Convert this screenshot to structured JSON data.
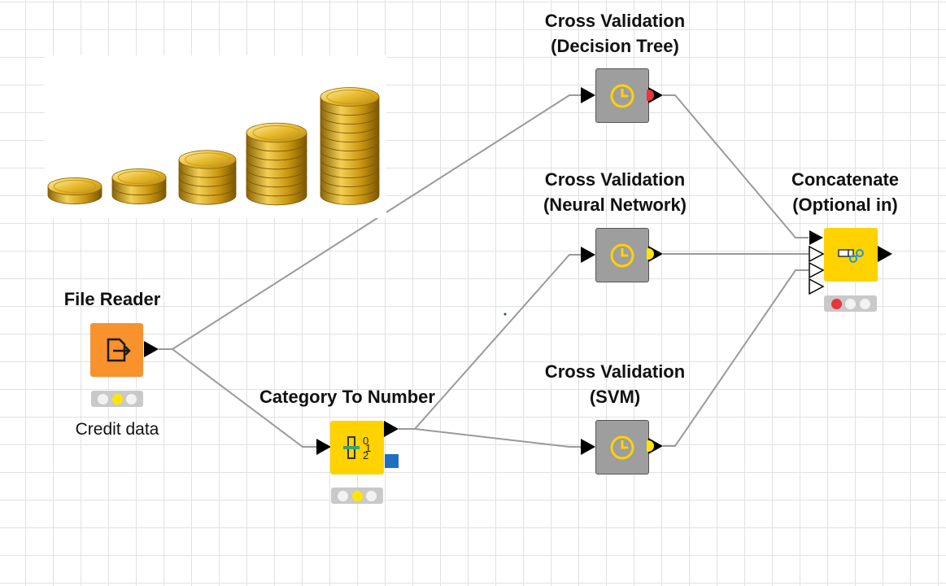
{
  "nodes": {
    "file_reader": {
      "label": "File Reader",
      "caption": "Credit data",
      "status": [
        "off",
        "yellow",
        "off"
      ]
    },
    "category_to_number": {
      "label": "Category To Number",
      "status": [
        "off",
        "yellow",
        "off"
      ]
    },
    "cv_decision_tree": {
      "label": "Cross Validation\n(Decision Tree)",
      "port_status": "red"
    },
    "cv_neural_network": {
      "label": "Cross Validation\n(Neural Network)",
      "port_status": "yellow"
    },
    "cv_svm": {
      "label": "Cross Validation\n(SVM)",
      "port_status": "yellow"
    },
    "concatenate": {
      "label": "Concatenate\n(Optional in)",
      "status": [
        "red",
        "off",
        "off"
      ]
    }
  },
  "icons": {
    "file_reader": "file-reader-icon",
    "category_to_number": "category-to-number-icon",
    "cross_validation": "loop-clock-icon",
    "concatenate": "concatenate-icon",
    "coins": "coin-stacks-icon"
  },
  "colors": {
    "file_reader": "#f7922d",
    "manipulator": "#ffd200",
    "loop": "#9e9e9e",
    "status_yellow": "#ffe600",
    "status_red": "#e8363c",
    "status_off": "#f2f2f2"
  }
}
